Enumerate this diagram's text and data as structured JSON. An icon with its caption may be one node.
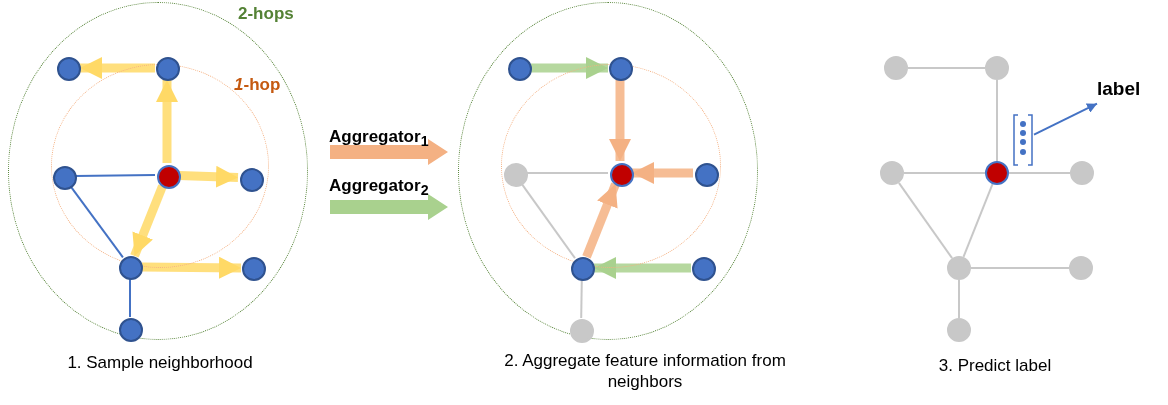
{
  "diagram": {
    "nodes": [
      {
        "text": [
          "2-hops"
        ]
      },
      {
        "text": [
          "*1*-hop"
        ],
        "in": 0
      },
      {
        "text": [],
        "shape": "circle",
        "in": 0
      },
      {
        "text": [],
        "shape": "circle",
        "in": 0
      },
      {
        "text": [],
        "shape": "circle",
        "in": 1
      },
      {
        "text": [],
        "shape": "circle",
        "in": 1
      },
      {
        "text": [],
        "shape": "circle",
        "in": 1
      },
      {
        "text": [],
        "shape": "circle",
        "in": 0
      },
      {
        "text": [],
        "shape": "circle",
        "in": 0
      },
      {
        "text": [],
        "shape": "circle",
        "in": 0
      },
      {
        "text": [],
        "shape": "circle"
      },
      {
        "text": [],
        "shape": "circle",
        "in": 10
      },
      {
        "text": [],
        "shape": "circle",
        "in": 10
      },
      {
        "text": [],
        "shape": "circle",
        "in": 10
      },
      {
        "text": [],
        "shape": "circle",
        "in": 11
      },
      {
        "text": [],
        "shape": "circle",
        "in": 11
      },
      {
        "text": [],
        "shape": "circle",
        "in": 11
      },
      {
        "text": [],
        "shape": "circle",
        "in": 10
      },
      {
        "text": [],
        "shape": "circle",
        "in": 10
      },
      {
        "text": [],
        "shape": "circle",
        "in": 10
      },
      {
        "text": [],
        "shape": "circle"
      },
      {
        "text": [],
        "shape": "circle"
      },
      {
        "text": [
          "label"
        ]
      },
      {
        "text": [],
        "shape": "bar"
      },
      {
        "text": [],
        "shape": "circle"
      },
      {
        "text": [],
        "shape": "circle"
      },
      {
        "text": [],
        "shape": "circle"
      },
      {
        "text": [],
        "shape": "circle"
      },
      {
        "text": [],
        "shape": "circle"
      },
      {
        "text": [],
        "shape": "circle"
      }
    ],
    "edges": [
      {
        "from": 5,
        "to": 3,
        "arrow": "to",
        "style": "thick",
        "color": "#ffd966"
      },
      {
        "from": 3,
        "to": 2,
        "arrow": "to",
        "style": "thick",
        "color": "#ffd966"
      },
      {
        "from": 5,
        "to": 6,
        "arrow": "to",
        "style": "thick",
        "color": "#ffd966"
      },
      {
        "from": 5,
        "to": 7,
        "arrow": "to",
        "style": "thick",
        "color": "#ffd966"
      },
      {
        "from": 7,
        "to": 8,
        "arrow": "to",
        "style": "thick",
        "color": "#ffd966"
      },
      {
        "from": 4,
        "to": 5,
        "arrow": "none",
        "color": "#4472c4"
      },
      {
        "from": 4,
        "to": 7,
        "arrow": "none",
        "color": "#4472c4"
      },
      {
        "from": 7,
        "to": 9,
        "arrow": "none",
        "color": "#4472c4"
      },
      {
        "from": 12,
        "to": 13,
        "arrow": "to",
        "style": "thick",
        "color": "#a9d18e"
      },
      {
        "from": 13,
        "to": 15,
        "arrow": "to",
        "style": "thick",
        "color": "#f4b183"
      },
      {
        "from": 16,
        "to": 15,
        "arrow": "to",
        "style": "thick",
        "color": "#f4b183"
      },
      {
        "from": 17,
        "to": 15,
        "arrow": "to",
        "style": "thick",
        "color": "#f4b183"
      },
      {
        "from": 18,
        "to": 17,
        "arrow": "to",
        "style": "thick",
        "color": "#a9d18e"
      },
      {
        "from": 14,
        "to": 15,
        "arrow": "none"
      },
      {
        "from": 14,
        "to": 17,
        "arrow": "none"
      },
      {
        "from": 17,
        "to": 19,
        "arrow": "none"
      },
      {
        "from": 20,
        "to": 21,
        "arrow": "none"
      },
      {
        "from": 21,
        "to": 25,
        "arrow": "none"
      },
      {
        "from": 24,
        "to": 25,
        "arrow": "none"
      },
      {
        "from": 25,
        "to": 26,
        "arrow": "none"
      },
      {
        "from": 24,
        "to": 27,
        "arrow": "none"
      },
      {
        "from": 25,
        "to": 27,
        "arrow": "none"
      },
      {
        "from": 27,
        "to": 28,
        "arrow": "none"
      },
      {
        "from": 27,
        "to": 29,
        "arrow": "none"
      },
      {
        "from": 23,
        "to": 22,
        "arrow": "to",
        "color": "#4472c4"
      }
    ],
    "labels": [
      "Aggregator$_{1}$",
      "Aggregator$_{2}$",
      "1. Sample neighborhood",
      "2. Aggregate feature information from neighbors",
      "3. Predict label"
    ]
  }
}
